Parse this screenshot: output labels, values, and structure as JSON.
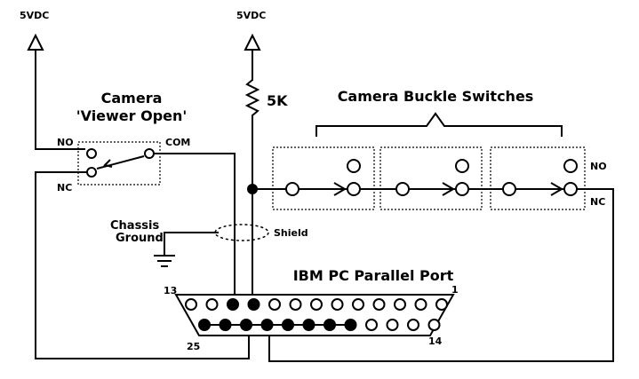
{
  "labels": {
    "supply_left": "5VDC",
    "supply_right": "5VDC",
    "camera_title_line1": "Camera",
    "camera_title_line2": "'Viewer Open'",
    "no_left": "NO",
    "com_left": "COM",
    "nc_left": "NC",
    "resistor": "5K",
    "buckle_title": "Camera Buckle Switches",
    "no_right": "NO",
    "nc_right": "NC",
    "chassis_line1": "Chassis",
    "chassis_line2": "Ground",
    "shield": "Shield",
    "port_title": "IBM PC Parallel Port",
    "pin_13": "13",
    "pin_1": "1",
    "pin_25": "25",
    "pin_14": "14"
  },
  "connector": {
    "top_row_pins": 13,
    "bottom_row_pins": 12,
    "top_filled_pin_index": [
      2,
      3
    ],
    "bottom_filled_pin_index": [
      0,
      1,
      2,
      3,
      4,
      5,
      6,
      7
    ]
  },
  "colors": {
    "ink": "#000000",
    "background": "#ffffff"
  }
}
